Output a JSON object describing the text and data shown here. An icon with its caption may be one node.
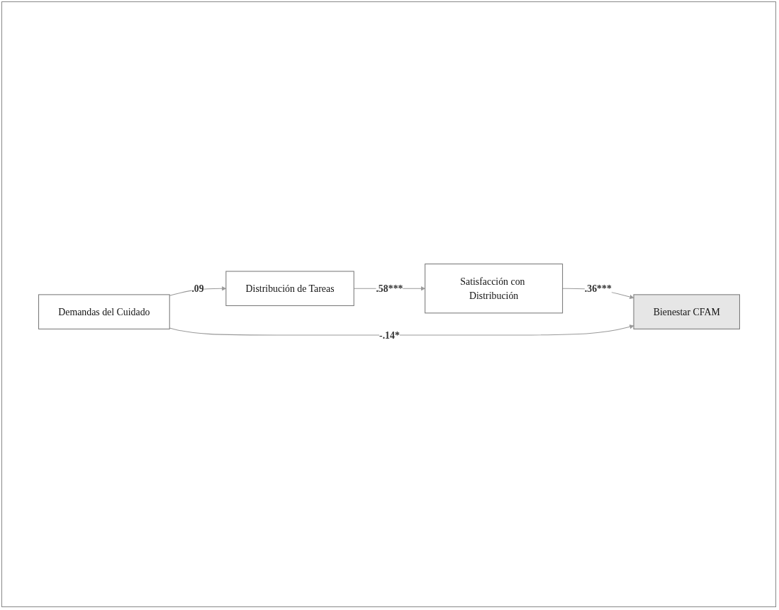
{
  "diagram": {
    "nodes": [
      {
        "text": [
          "Distribución de Tareas"
        ]
      },
      {
        "text": [
          "Satisfacción con Distribución"
        ]
      },
      {
        "text": [
          "Bienestar CFAM"
        ]
      },
      {
        "text": [
          "Demandas del Cuidado"
        ]
      }
    ],
    "edges": [
      {
        "from": 0,
        "to": 1,
        "arrow": "to",
        "label": ".58***"
      },
      {
        "from": 1,
        "to": 2,
        "arrow": "to",
        "label": ".36***"
      },
      {
        "from": 3,
        "to": 0,
        "arrow": "to",
        "label": ".09"
      },
      {
        "from": 3,
        "to": 2,
        "arrow": "to",
        "label": "-.14*"
      }
    ]
  }
}
